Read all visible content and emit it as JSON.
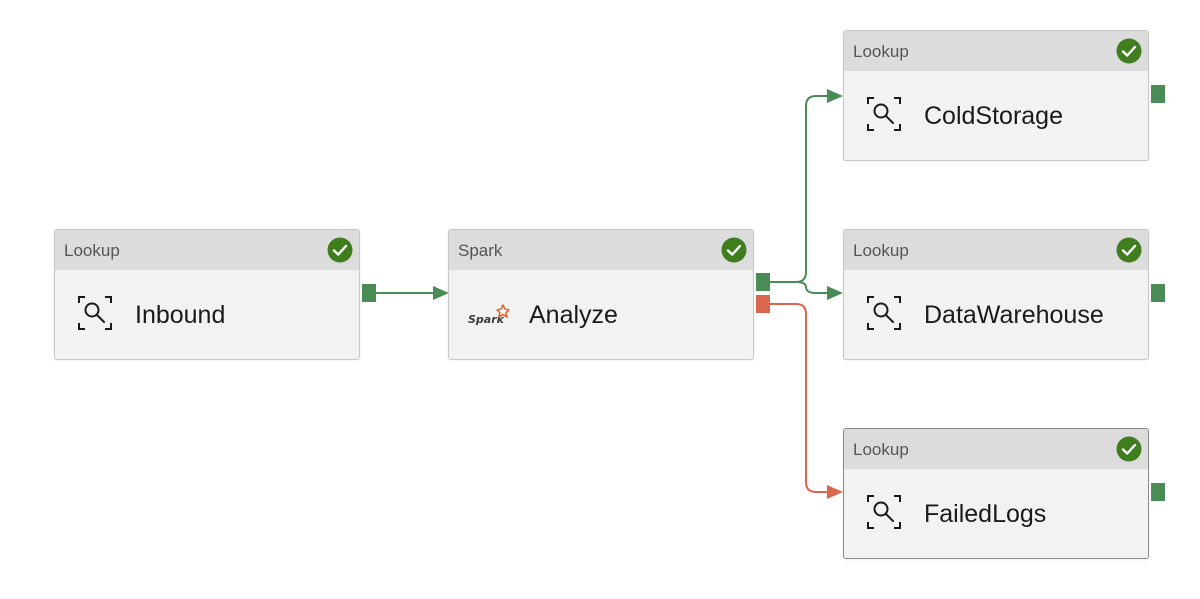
{
  "pipeline": {
    "activities": [
      {
        "type": "Lookup",
        "name": "Inbound",
        "status": "succeeded",
        "icon": "lookup-icon"
      },
      {
        "type": "Spark",
        "name": "Analyze",
        "status": "succeeded",
        "icon": "spark-icon",
        "icon_text": "Spark"
      },
      {
        "type": "Lookup",
        "name": "ColdStorage",
        "status": "succeeded",
        "icon": "lookup-icon"
      },
      {
        "type": "Lookup",
        "name": "DataWarehouse",
        "status": "succeeded",
        "icon": "lookup-icon"
      },
      {
        "type": "Lookup",
        "name": "FailedLogs",
        "status": "succeeded",
        "icon": "lookup-icon"
      }
    ],
    "connections": [
      {
        "from": "Inbound",
        "to": "Analyze",
        "condition": "success"
      },
      {
        "from": "Analyze",
        "to": "ColdStorage",
        "condition": "success"
      },
      {
        "from": "Analyze",
        "to": "DataWarehouse",
        "condition": "success"
      },
      {
        "from": "Analyze",
        "to": "FailedLogs",
        "condition": "failure"
      }
    ]
  },
  "colors": {
    "success": "#4a8c55",
    "failure": "#d9674d",
    "status_check": "#3f7d1f",
    "header_bg": "#dcdcdc",
    "body_bg": "#f2f2f2",
    "spark_orange": "#e25a1c"
  }
}
